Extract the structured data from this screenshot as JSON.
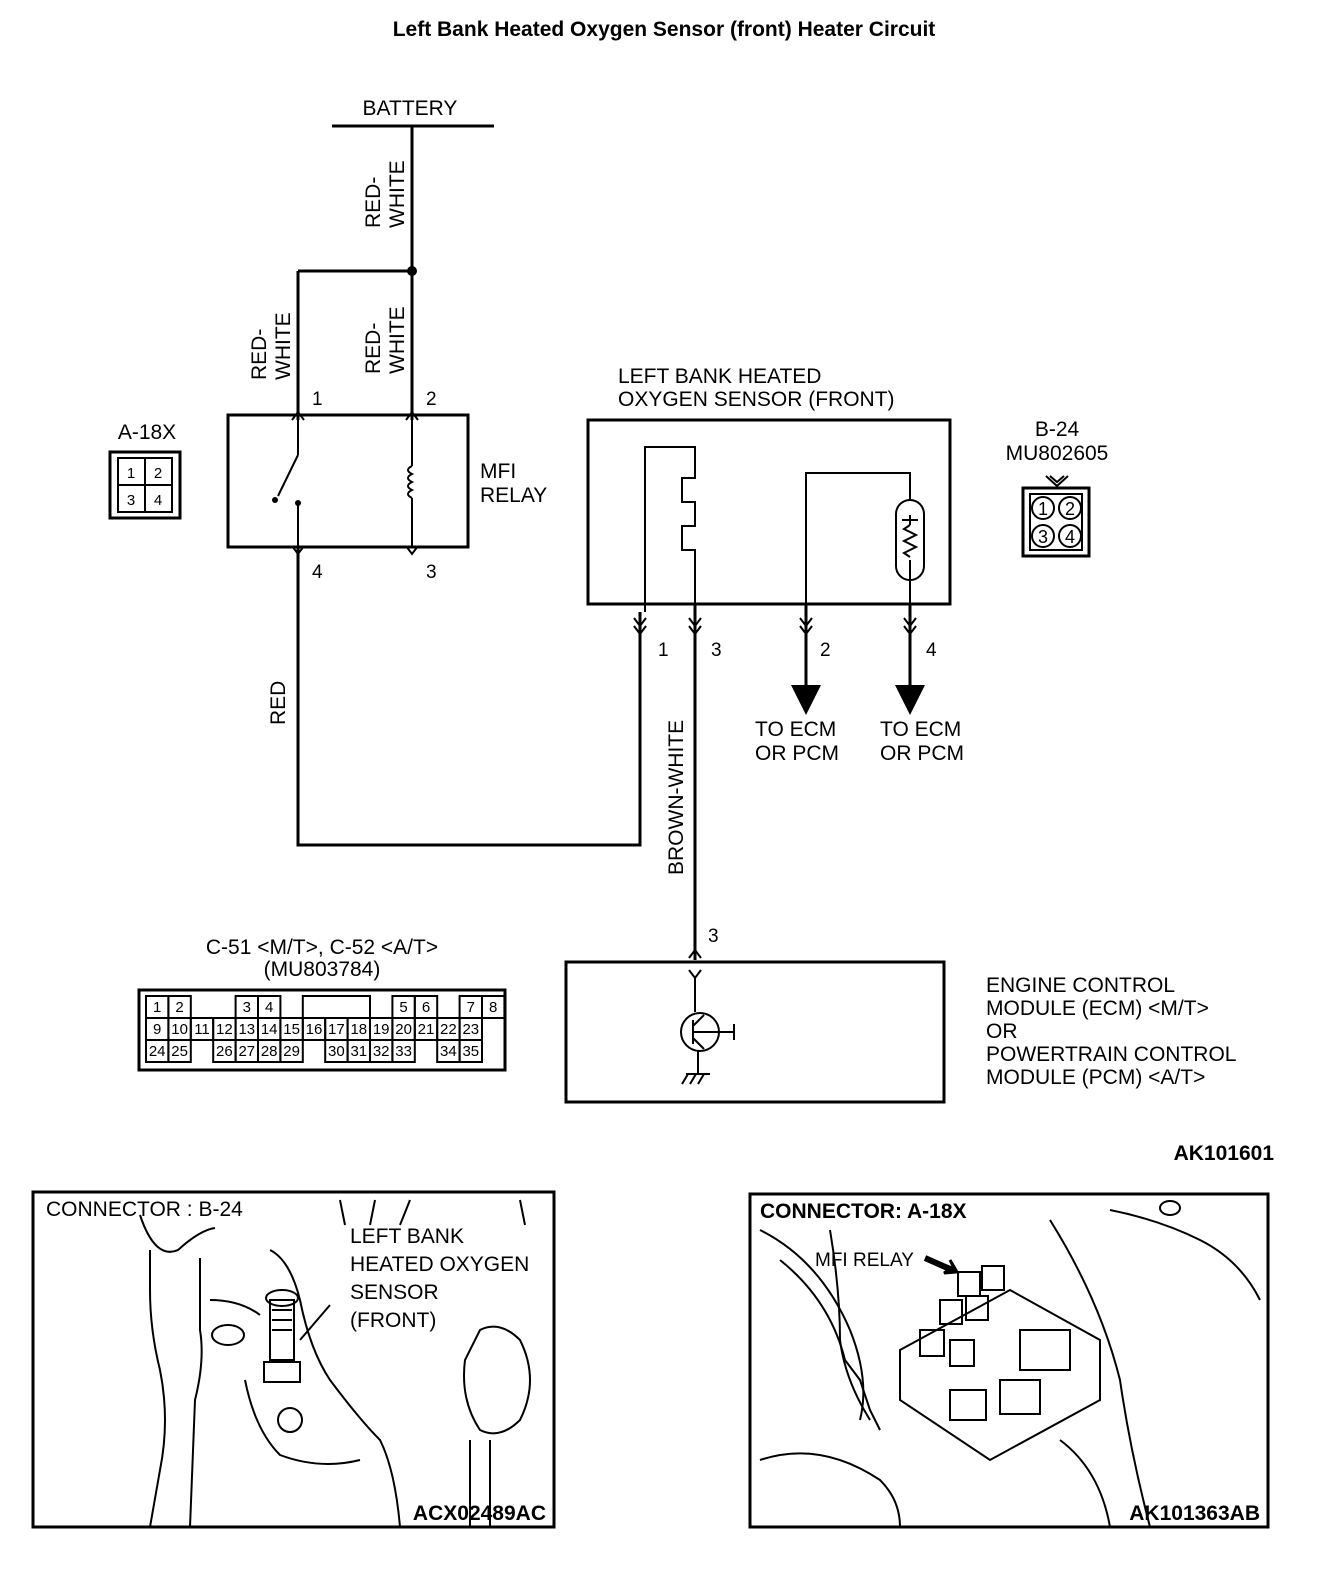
{
  "title": "Left Bank Heated Oxygen Sensor (front) Heater Circuit",
  "labels": {
    "battery": "BATTERY",
    "red_white": [
      "RED-",
      "WHITE"
    ],
    "red": "RED",
    "brown_white": "BROWN-WHITE",
    "mfi_relay": [
      "MFI",
      "RELAY"
    ],
    "sensor": [
      "LEFT BANK HEATED",
      "OXYGEN SENSOR (FRONT)"
    ],
    "to_ecm": [
      "TO ECM",
      "OR PCM"
    ],
    "ecm": [
      "ENGINE CONTROL",
      "MODULE (ECM) <M/T>",
      "OR",
      "POWERTRAIN CONTROL",
      "MODULE (PCM) <A/T>"
    ]
  },
  "connectors": {
    "a18x": {
      "name": "A-18X",
      "cells": [
        "1",
        "2",
        "3",
        "4"
      ]
    },
    "b24": {
      "name": "B-24",
      "part": "MU802605",
      "cells": [
        "1",
        "2",
        "3",
        "4"
      ]
    },
    "c51": {
      "name": "C-51 <M/T>, C-52 <A/T>",
      "part": "(MU803784)",
      "row1": [
        "1",
        "2",
        "3",
        "4",
        "5",
        "6",
        "7",
        "8"
      ],
      "row2": [
        "9",
        "10",
        "11",
        "12",
        "13",
        "14",
        "15",
        "16",
        "17",
        "18",
        "19",
        "20",
        "21",
        "22",
        "23"
      ],
      "row3": [
        "24",
        "25",
        "26",
        "27",
        "28",
        "29",
        "30",
        "31",
        "32",
        "33",
        "34",
        "35"
      ]
    }
  },
  "pins": {
    "relay": [
      "1",
      "2",
      "4",
      "3"
    ],
    "sensor": [
      "1",
      "3",
      "2",
      "4"
    ],
    "ecm": "3"
  },
  "figure_code": "AK101601",
  "photos": {
    "left": {
      "header": "CONNECTOR : B-24",
      "callout": [
        "LEFT BANK",
        "HEATED OXYGEN",
        "SENSOR",
        "(FRONT)"
      ],
      "code": "ACX02489AC"
    },
    "right": {
      "header": "CONNECTOR: A-18X",
      "callout": "MFI RELAY",
      "code": "AK101363AB"
    }
  }
}
